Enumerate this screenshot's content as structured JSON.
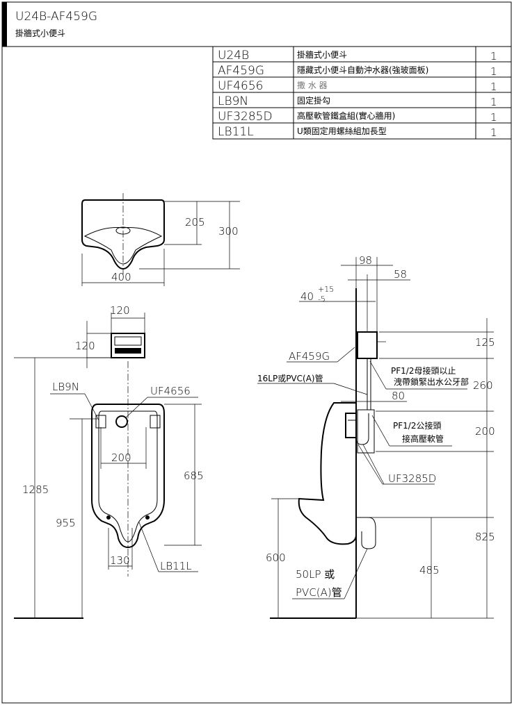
{
  "header": {
    "model": "U24B-AF459G",
    "subtitle": "掛牆式小便斗"
  },
  "parts": [
    {
      "code": "U24B",
      "desc": "掛牆式小便斗",
      "qty": "1"
    },
    {
      "code": "AF459G",
      "desc": "隱藏式小便斗自動沖水器(強玻面板)",
      "qty": "1"
    },
    {
      "code": "UF4656",
      "desc": "撒 水 器",
      "qty": "1"
    },
    {
      "code": "LB9N",
      "desc": "固定掛勾",
      "qty": "1"
    },
    {
      "code": "UF3285D",
      "desc": "高壓軟管鐵盒組(實心牆用)",
      "qty": "1"
    },
    {
      "code": "LB11L",
      "desc": "U類固定用螺絲組加長型",
      "qty": "1"
    }
  ],
  "top_view": {
    "d205": "205",
    "d300": "300",
    "d400": "400"
  },
  "front_view": {
    "d120w": "120",
    "d120h": "120",
    "d1285": "1285",
    "d955": "955",
    "d685": "685",
    "d200": "200",
    "d130": "130",
    "lb9n": "LB9N",
    "uf4656": "UF4656",
    "lb11l": "LB11L"
  },
  "side_view": {
    "d98": "98",
    "d58": "58",
    "d40": "40",
    "tol_plus": "+15",
    "tol_minus": "-5",
    "d125": "125",
    "d260": "260",
    "d80": "80",
    "d200": "200",
    "d825": "825",
    "d485": "485",
    "d600": "600",
    "af459g": "AF459G",
    "pipe16": "16LP或PVC(A)管",
    "note1a": "PF1/2母接頭以止",
    "note1b": "洩帶鎖緊出水公牙部",
    "note2a": "PF1/2公接頭",
    "note2b": "接高壓軟管",
    "uf3285d": "UF3285D",
    "drain_a": "50LP 或",
    "drain_b": "PVC(A)管"
  }
}
